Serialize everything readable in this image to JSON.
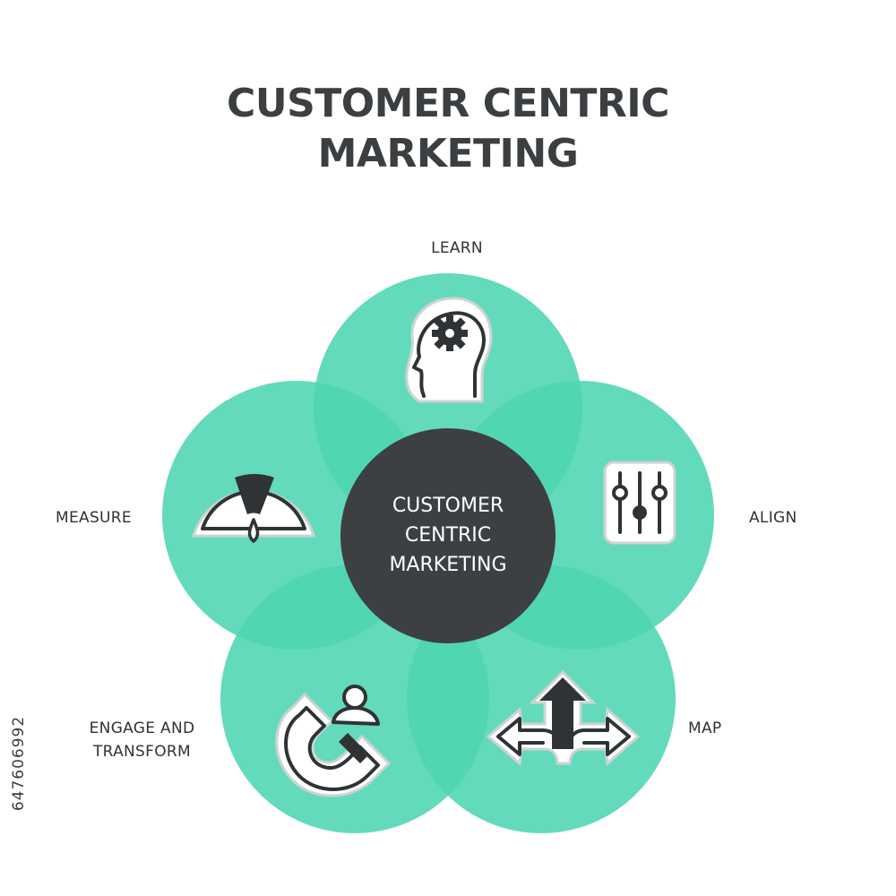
{
  "title": {
    "line1": "CUSTOMER CENTRIC",
    "line2": "MARKETING"
  },
  "center": {
    "line1": "CUSTOMER",
    "line2": "CENTRIC",
    "line3": "MARKETING"
  },
  "petals": [
    {
      "label": "LEARN",
      "icon": "head-gear-icon"
    },
    {
      "label": "ALIGN",
      "icon": "sliders-icon"
    },
    {
      "label": "MAP",
      "icon": "split-arrows-icon"
    },
    {
      "label_line1": "ENGAGE AND",
      "label_line2": "TRANSFORM",
      "icon": "magnet-user-icon"
    },
    {
      "label": "MEASURE",
      "icon": "gauge-icon"
    }
  ],
  "watermark": "647606992",
  "colors": {
    "petal": "#4fd5b3",
    "center": "#3c4042",
    "title": "#3b3f41"
  }
}
